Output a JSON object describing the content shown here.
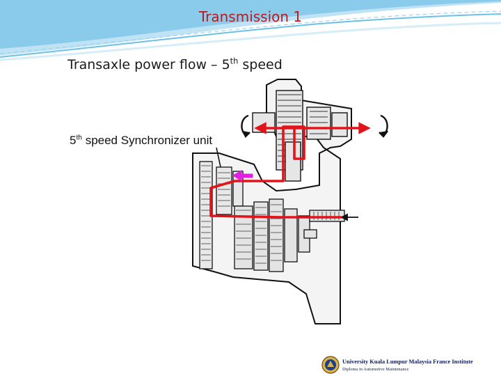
{
  "slide": {
    "title": "Transmission 1",
    "subtitle_main": "Transaxle power flow – 5",
    "subtitle_sup": "th",
    "subtitle_end": " speed"
  },
  "diagram": {
    "callout_num": "5",
    "callout_sup": "th",
    "callout_text": " speed Synchronizer unit",
    "power_flow_color": "#e0141a",
    "synchronizer_arrow_color": "#e020e0"
  },
  "footer": {
    "institution": "University Kuala Lumpur Malaysia France Institute",
    "program": "Diploma in Automotive Maintenance"
  },
  "colors": {
    "title": "#c0161c",
    "header_wave": "#bfe3f5",
    "footer_text": "#0d1c5e"
  }
}
